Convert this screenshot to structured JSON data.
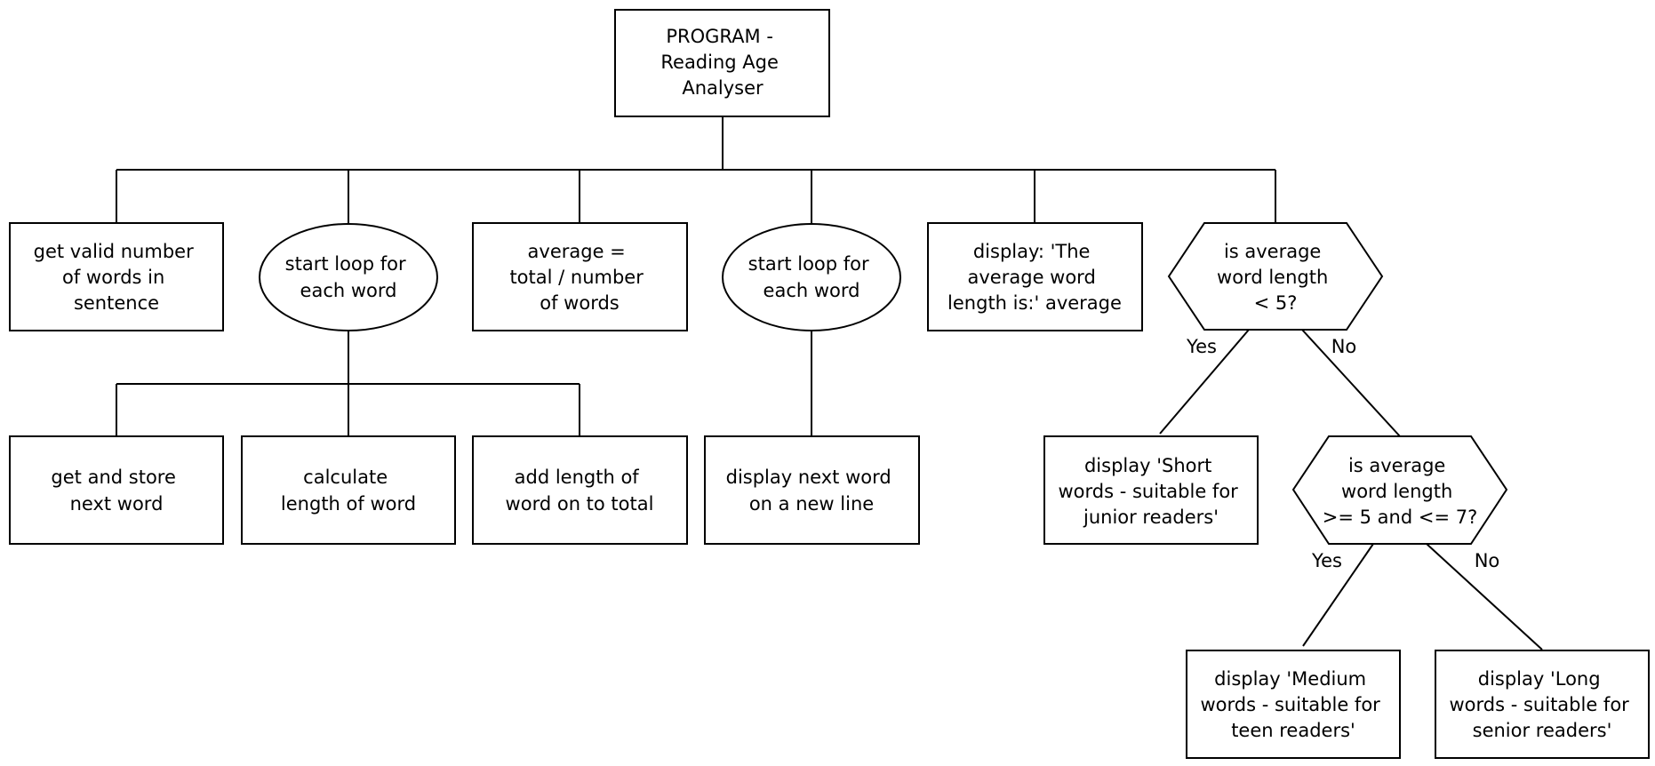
{
  "diagram": {
    "nodes": {
      "root": [
        "PROGRAM -",
        "Reading Age",
        "Analyser"
      ],
      "get_words": [
        "get valid number",
        "of words in",
        "sentence"
      ],
      "loop1": [
        "start loop for",
        "each word"
      ],
      "average": [
        "average =",
        "total / number",
        "of words"
      ],
      "loop2": [
        "start loop for",
        "each word"
      ],
      "display_avg": [
        "display: 'The",
        "average word",
        "length is:' average"
      ],
      "decision1": [
        "is average",
        "word length",
        "< 5?"
      ],
      "store_word": [
        "get and store",
        "next word"
      ],
      "calc_length": [
        "calculate",
        "length of word"
      ],
      "add_length": [
        "add length of",
        "word on to total"
      ],
      "display_word": [
        "display next word",
        "on a new line"
      ],
      "short": [
        "display 'Short",
        "words - suitable for",
        "junior readers'"
      ],
      "decision2": [
        "is average",
        "word length",
        ">= 5 and <= 7?"
      ],
      "medium": [
        "display 'Medium",
        "words - suitable for",
        "teen readers'"
      ],
      "long": [
        "display 'Long",
        "words - suitable for",
        "senior readers'"
      ]
    },
    "edge_labels": {
      "d1_yes": "Yes",
      "d1_no": "No",
      "d2_yes": "Yes",
      "d2_no": "No"
    }
  }
}
